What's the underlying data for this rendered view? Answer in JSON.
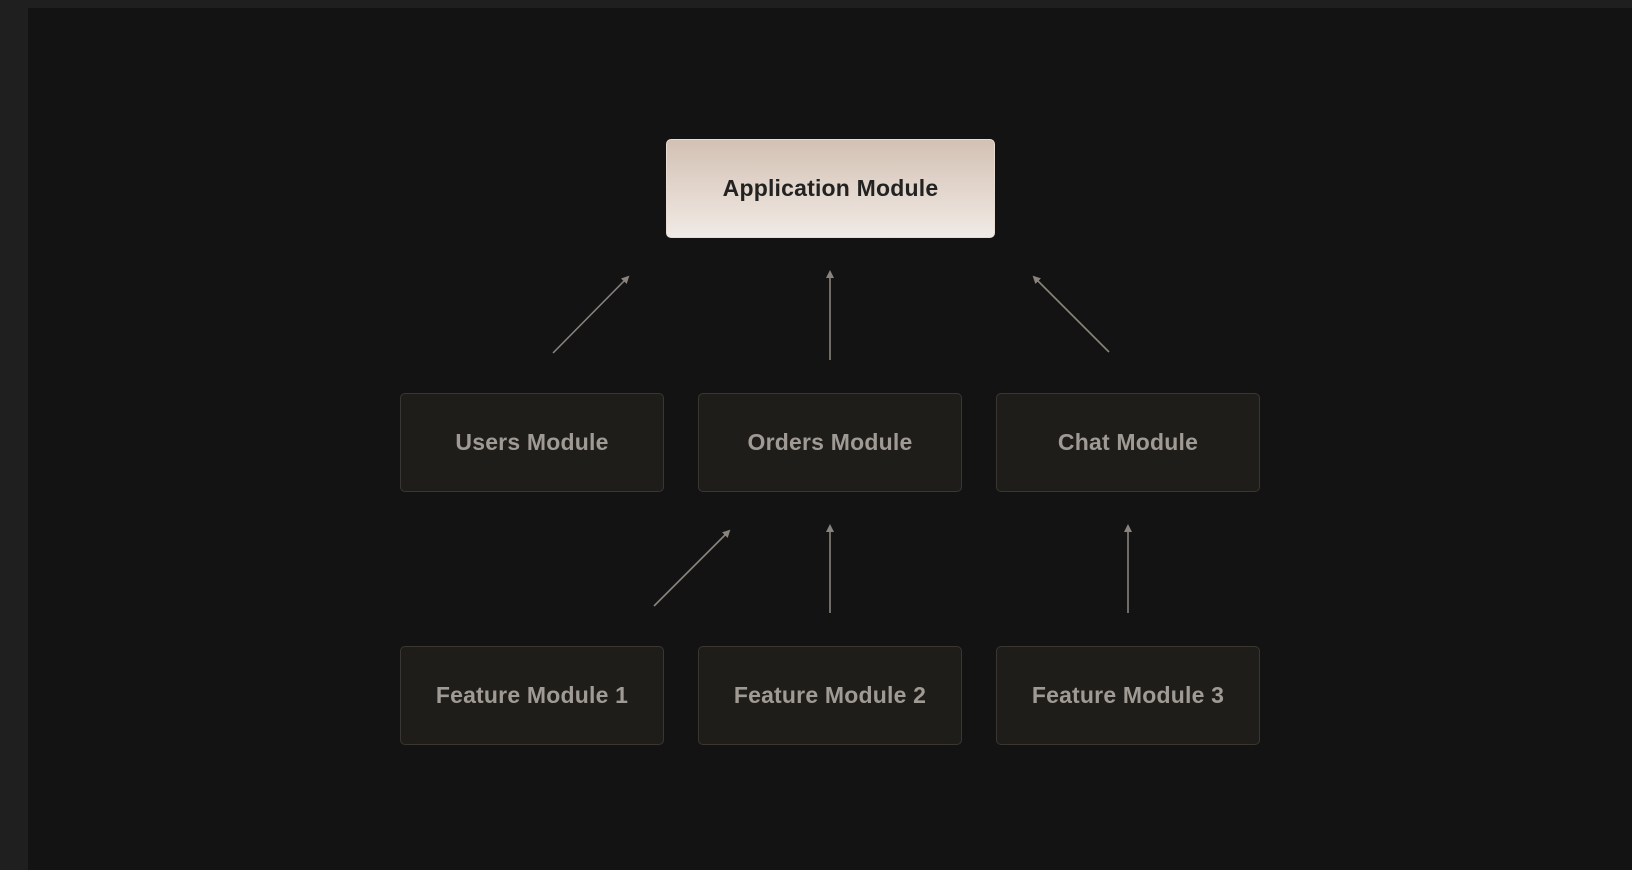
{
  "diagram": {
    "root": {
      "label": "Application Module"
    },
    "level1": [
      {
        "label": "Users Module"
      },
      {
        "label": "Orders Module"
      },
      {
        "label": "Chat Module"
      }
    ],
    "level2": [
      {
        "label": "Feature Module 1"
      },
      {
        "label": "Feature Module 2"
      },
      {
        "label": "Feature Module 3"
      }
    ],
    "edges": [
      {
        "from": "Users Module",
        "to": "Application Module"
      },
      {
        "from": "Orders Module",
        "to": "Application Module"
      },
      {
        "from": "Chat Module",
        "to": "Application Module"
      },
      {
        "from": "Feature Module 1",
        "to": "Orders Module"
      },
      {
        "from": "Feature Module 2",
        "to": "Orders Module"
      },
      {
        "from": "Feature Module 3",
        "to": "Chat Module"
      }
    ]
  },
  "colors": {
    "background": "#131313",
    "node_fill": "#1f1d1a",
    "node_text": "#a09a94",
    "root_fill_top": "#d3c1b3",
    "root_fill_bottom": "#f1eae5",
    "arrow": "#8a837d"
  }
}
